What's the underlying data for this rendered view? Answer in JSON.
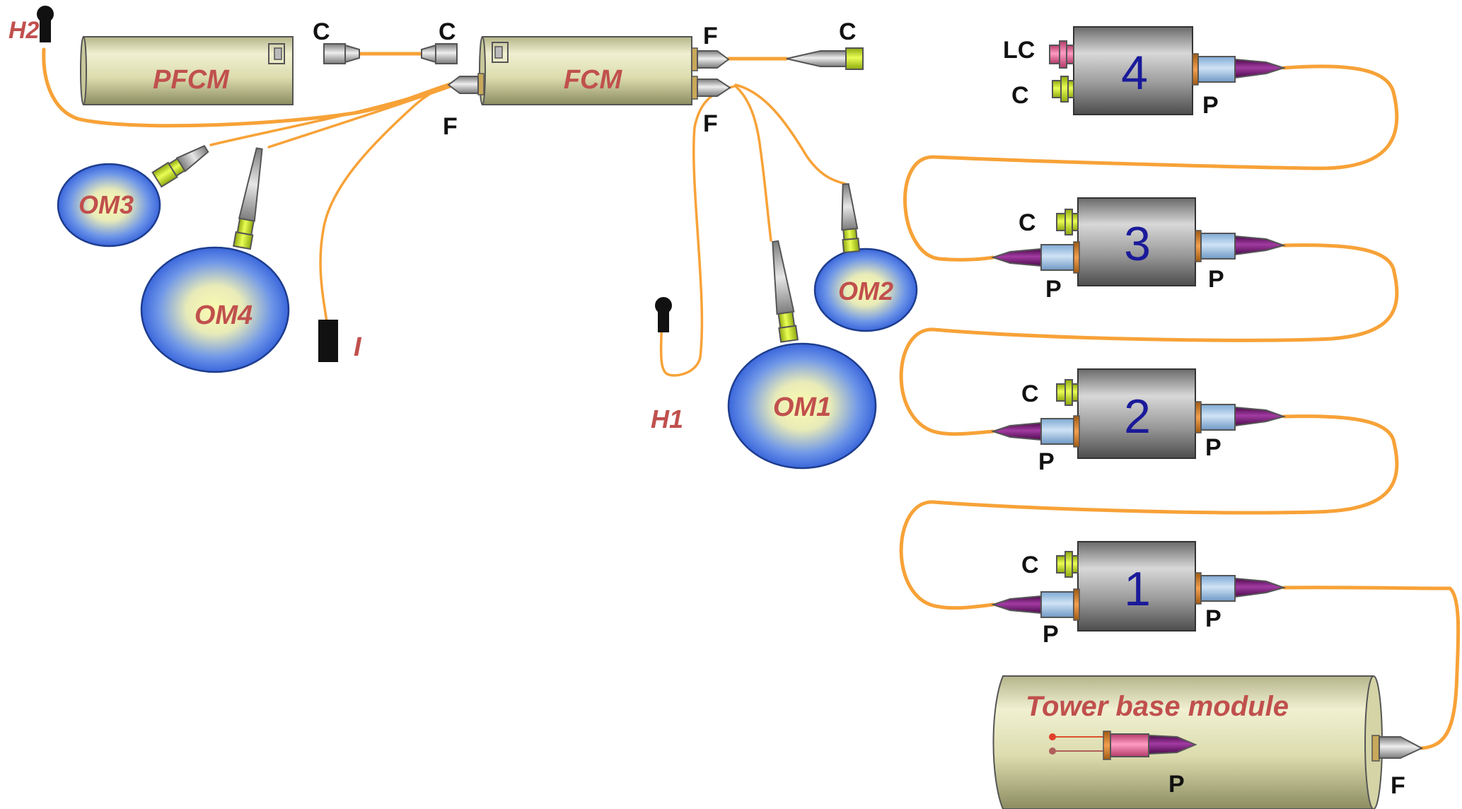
{
  "modules": {
    "pfcm": "PFCM",
    "fcm": "FCM",
    "tower_base": "Tower base module"
  },
  "optical_modules": [
    "OM1",
    "OM2",
    "OM3",
    "OM4"
  ],
  "hydrophones": {
    "h1": "H1",
    "h2": "H2"
  },
  "instrument": "I",
  "units": [
    "1",
    "2",
    "3",
    "4"
  ],
  "connector_labels": {
    "c": "C",
    "f": "F",
    "p": "P",
    "lc": "LC"
  },
  "colors": {
    "fiber": "#f7a238",
    "om_sphere": "#2f6fe0",
    "module_body": "#dedeb0",
    "unit_body": "#8c8c8c",
    "red_label": "#c0504d",
    "unit_number": "#1a1a9a",
    "plug_purple": "#7b0f7b",
    "plug_blue": "#9cc3e6",
    "plug_yellow": "#ccee22",
    "plug_pink": "#e86a99"
  }
}
